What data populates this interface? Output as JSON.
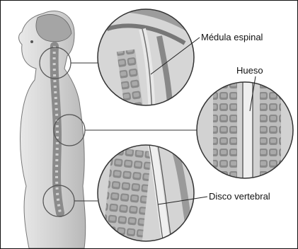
{
  "labels": {
    "spinal_cord": "Médula espinal",
    "bone": "Hueso",
    "vertebral_disc": "Disco vertebral"
  },
  "colors": {
    "skin": "#c9c9c9",
    "bone": "#9a9a9a",
    "line": "#222222",
    "background": "#ffffff"
  }
}
